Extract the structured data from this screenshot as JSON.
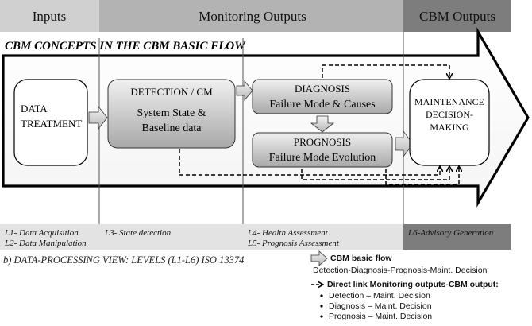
{
  "header": {
    "inputs": "Inputs",
    "monitoring": "Monitoring Outputs",
    "cbm": "CBM Outputs"
  },
  "banner": "CBM CONCEPTS IN THE CBM BASIC FLOW",
  "boxes": {
    "data_treatment": [
      "DATA",
      "TREATMENT"
    ],
    "detection_title": "DETECTION / CM",
    "detection_body": [
      "System State &",
      "Baseline data"
    ],
    "diagnosis_title": "DIAGNOSIS",
    "diagnosis_body": "Failure Mode & Causes",
    "prognosis_title": "PROGNOSIS",
    "prognosis_body": "Failure Mode Evolution",
    "maintenance": [
      "MAINTENANCE",
      "DECISION-",
      "MAKING"
    ]
  },
  "levels": {
    "l1": "L1- Data Acquisition",
    "l2": "L2- Data Manipulation",
    "l3": "L3- State detection",
    "l4": "L4- Health Assessment",
    "l5": "L5- Prognosis Assessment",
    "l6": "L6-Advisory Generation"
  },
  "caption": "b) DATA-PROCESSING VIEW: LEVELS (L1-L6) ISO 13374",
  "legend": {
    "basic_flow_title": "CBM basic flow",
    "basic_flow_sub": "Detection-Diagnosis-Prognosis-Maint. Decision",
    "direct_link_title": "Direct link Monitoring outputs-CBM output:",
    "items": [
      "Detection – Maint. Decision",
      "Diagnosis – Maint. Decision",
      "Prognosis – Maint. Decision"
    ]
  },
  "colors": {
    "header_inputs": "#d0d0d0",
    "header_monitoring": "#b3b3b3",
    "header_cbm": "#7d7d7d",
    "level_light": "#e3e3e3",
    "level_dark": "#7d7d7d"
  }
}
